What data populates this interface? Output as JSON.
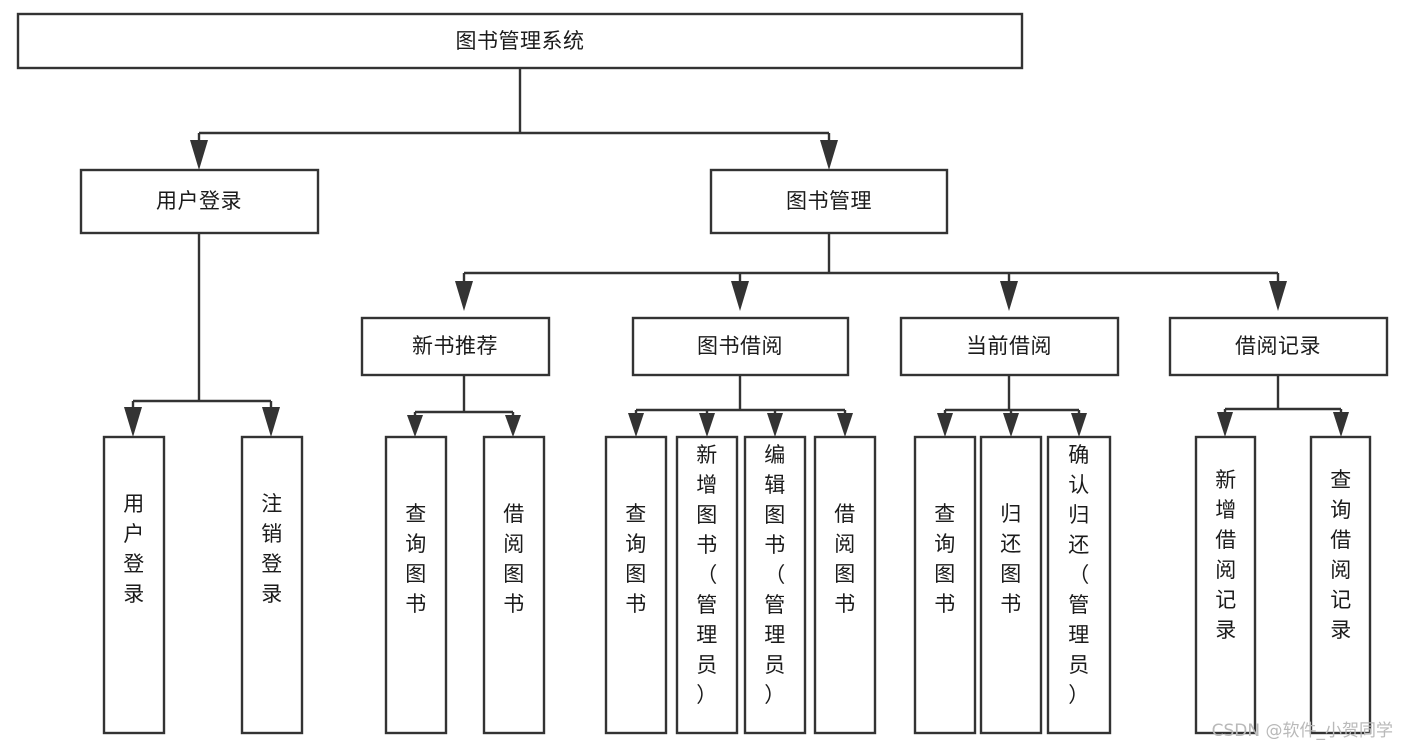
{
  "diagram": {
    "type": "tree-hierarchy-chart",
    "title": "图书管理系统",
    "root": {
      "id": "root",
      "label": "图书管理系统",
      "orientation": "horizontal"
    },
    "level2": [
      {
        "id": "user-login",
        "label": "用户登录",
        "orientation": "horizontal"
      },
      {
        "id": "book-management",
        "label": "图书管理",
        "orientation": "horizontal"
      }
    ],
    "level3": [
      {
        "id": "new-book-recommend",
        "label": "新书推荐",
        "orientation": "horizontal",
        "parent": "book-management"
      },
      {
        "id": "book-borrow",
        "label": "图书借阅",
        "orientation": "horizontal",
        "parent": "book-management"
      },
      {
        "id": "current-borrow",
        "label": "当前借阅",
        "orientation": "horizontal",
        "parent": "book-management"
      },
      {
        "id": "borrow-record",
        "label": "借阅记录",
        "orientation": "horizontal",
        "parent": "book-management"
      }
    ],
    "leaves": [
      {
        "id": "leaf-user-login",
        "label": "用户登录",
        "orientation": "vertical",
        "parent": "user-login"
      },
      {
        "id": "leaf-user-logout",
        "label": "注销登录",
        "orientation": "vertical",
        "parent": "user-login"
      },
      {
        "id": "leaf-query-book-1",
        "label": "查询图书",
        "orientation": "vertical",
        "parent": "new-book-recommend"
      },
      {
        "id": "leaf-borrow-book-1",
        "label": "借阅图书",
        "orientation": "vertical",
        "parent": "new-book-recommend"
      },
      {
        "id": "leaf-query-book-2",
        "label": "查询图书",
        "orientation": "vertical",
        "parent": "book-borrow"
      },
      {
        "id": "leaf-add-book",
        "label": "新增图书（管理员）",
        "orientation": "vertical",
        "parent": "book-borrow"
      },
      {
        "id": "leaf-edit-book",
        "label": "编辑图书（管理员）",
        "orientation": "vertical",
        "parent": "book-borrow"
      },
      {
        "id": "leaf-borrow-book-2",
        "label": "借阅图书",
        "orientation": "vertical",
        "parent": "book-borrow"
      },
      {
        "id": "leaf-query-book-3",
        "label": "查询图书",
        "orientation": "vertical",
        "parent": "current-borrow"
      },
      {
        "id": "leaf-return-book",
        "label": "归还图书",
        "orientation": "vertical",
        "parent": "current-borrow"
      },
      {
        "id": "leaf-confirm-return",
        "label": "确认归还（管理员）",
        "orientation": "vertical",
        "parent": "current-borrow"
      },
      {
        "id": "leaf-add-record",
        "label": "新增借阅记录",
        "orientation": "vertical",
        "parent": "borrow-record"
      },
      {
        "id": "leaf-query-record",
        "label": "查询借阅记录",
        "orientation": "vertical",
        "parent": "borrow-record"
      }
    ],
    "watermark": "CSDN @软件_小贺同学",
    "colors": {
      "stroke": "#333333",
      "box_fill": "#ffffff",
      "text": "#1b1b1b",
      "watermark": "#b9b9b9",
      "background": "#ffffff"
    }
  }
}
